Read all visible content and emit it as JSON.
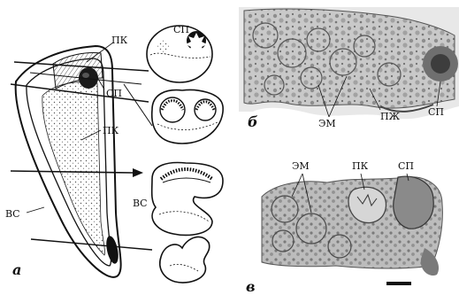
{
  "figure": {
    "panels": {
      "a": "а",
      "b": "б",
      "v": "в"
    },
    "labels": {
      "sp": "СП",
      "pk": "ПК",
      "vs": "ВС",
      "em": "ЭМ",
      "pzh": "ПЖ"
    },
    "colors": {
      "ink": "#111111",
      "tissue_light": "#d8d8d8",
      "tissue_mid": "#9a9a9a",
      "tissue_dark": "#5a5a5a",
      "background": "#ffffff"
    }
  }
}
